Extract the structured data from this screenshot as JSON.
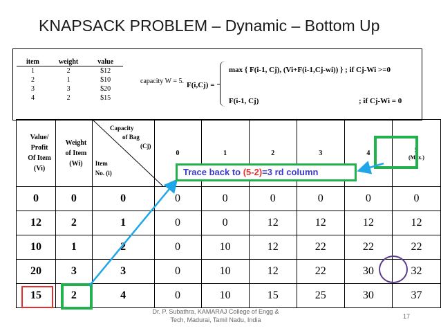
{
  "title": "KNAPSACK PROBLEM – Dynamic – Bottom Up",
  "items_table": {
    "headers": [
      "item",
      "weight",
      "value"
    ],
    "rows": [
      [
        "1",
        "2",
        "$12"
      ],
      [
        "2",
        "1",
        "$10"
      ],
      [
        "3",
        "3",
        "$20"
      ],
      [
        "4",
        "2",
        "$15"
      ]
    ]
  },
  "capacity_text": "capacity W = 5.",
  "formula": {
    "lhs": "F(i,Cj) =",
    "case1": "max { F(i-1, Cj), (Vi+F(i-1,Cj-wi)) }  ; if Cj-Wi >=0",
    "case2": "F(i-1, Cj)",
    "case2_condition": "; if Cj-Wi = 0"
  },
  "dp_header": {
    "value_lines": [
      "Value/",
      "Profit",
      "Of Item",
      "(Vi)"
    ],
    "weight_lines": [
      "Weight",
      "of Item",
      "(Wi)"
    ],
    "capacity_lines": [
      "Capacity",
      "of Bag",
      "(Cj)"
    ],
    "item_lines": [
      "Item",
      "No.  (i)"
    ],
    "columns": [
      "0",
      "1",
      "2",
      "3",
      "4"
    ],
    "last_col": "5",
    "last_col_note": "(Max.)"
  },
  "dp_rows": [
    {
      "value": "0",
      "weight": "0",
      "item": "0",
      "cells": [
        "0",
        "0",
        "0",
        "0",
        "0",
        "0"
      ]
    },
    {
      "value": "12",
      "weight": "2",
      "item": "1",
      "cells": [
        "0",
        "0",
        "12",
        "12",
        "12",
        "12"
      ]
    },
    {
      "value": "10",
      "weight": "1",
      "item": "2",
      "cells": [
        "0",
        "10",
        "12",
        "22",
        "22",
        "22"
      ]
    },
    {
      "value": "20",
      "weight": "3",
      "item": "3",
      "cells": [
        "0",
        "10",
        "12",
        "22",
        "30",
        "32"
      ]
    },
    {
      "value": "15",
      "weight": "2",
      "item": "4",
      "cells": [
        "0",
        "10",
        "15",
        "25",
        "30",
        "37"
      ]
    }
  ],
  "trace": {
    "prefix": "Trace back to ",
    "highlight": "(5-2)",
    "suffix": "=3 rd column"
  },
  "footer": "Dr. P. Subathra, KAMARAJ College of Engg & Tech, Madurai, Tamil Nadu, India",
  "page_number": "17",
  "colors": {
    "green": "#23b14d",
    "red": "#e3302f",
    "blue_arrow": "#1ea6e6",
    "purple": "#5b3b8c"
  }
}
